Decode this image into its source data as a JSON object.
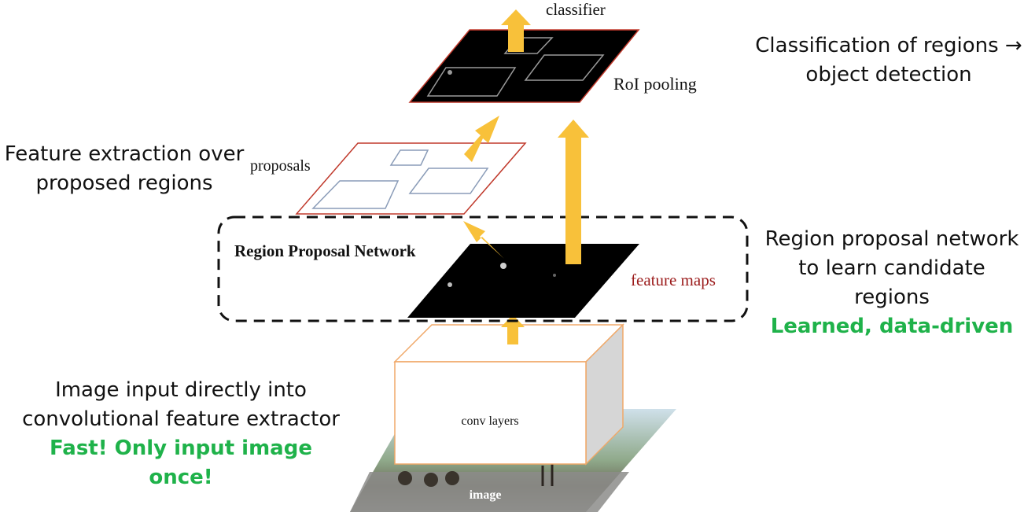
{
  "diagram": {
    "labels": {
      "classifier": "classifier",
      "roi_pooling": "RoI pooling",
      "proposals": "proposals",
      "rpn": "Region Proposal Network",
      "feature_maps": "feature maps",
      "conv_layers": "conv layers",
      "image": "image"
    },
    "colors": {
      "arrow": "#f8c13a",
      "green": "#1fb24a",
      "plane_border": "#c0392b",
      "feature_maps_text": "#9b1b1b"
    }
  },
  "annotations": {
    "top_right": {
      "line1": "Classification of regions →",
      "line2": "object detection"
    },
    "left_middle": {
      "line1": "Feature extraction over",
      "line2": "proposed regions"
    },
    "right_middle": {
      "line1": "Region proposal network",
      "line2": "to learn candidate regions",
      "line3": "Learned, data-driven"
    },
    "bottom_left": {
      "line1": "Image input directly into",
      "line2": "convolutional feature extractor",
      "line3": "Fast! Only input image once!"
    }
  }
}
